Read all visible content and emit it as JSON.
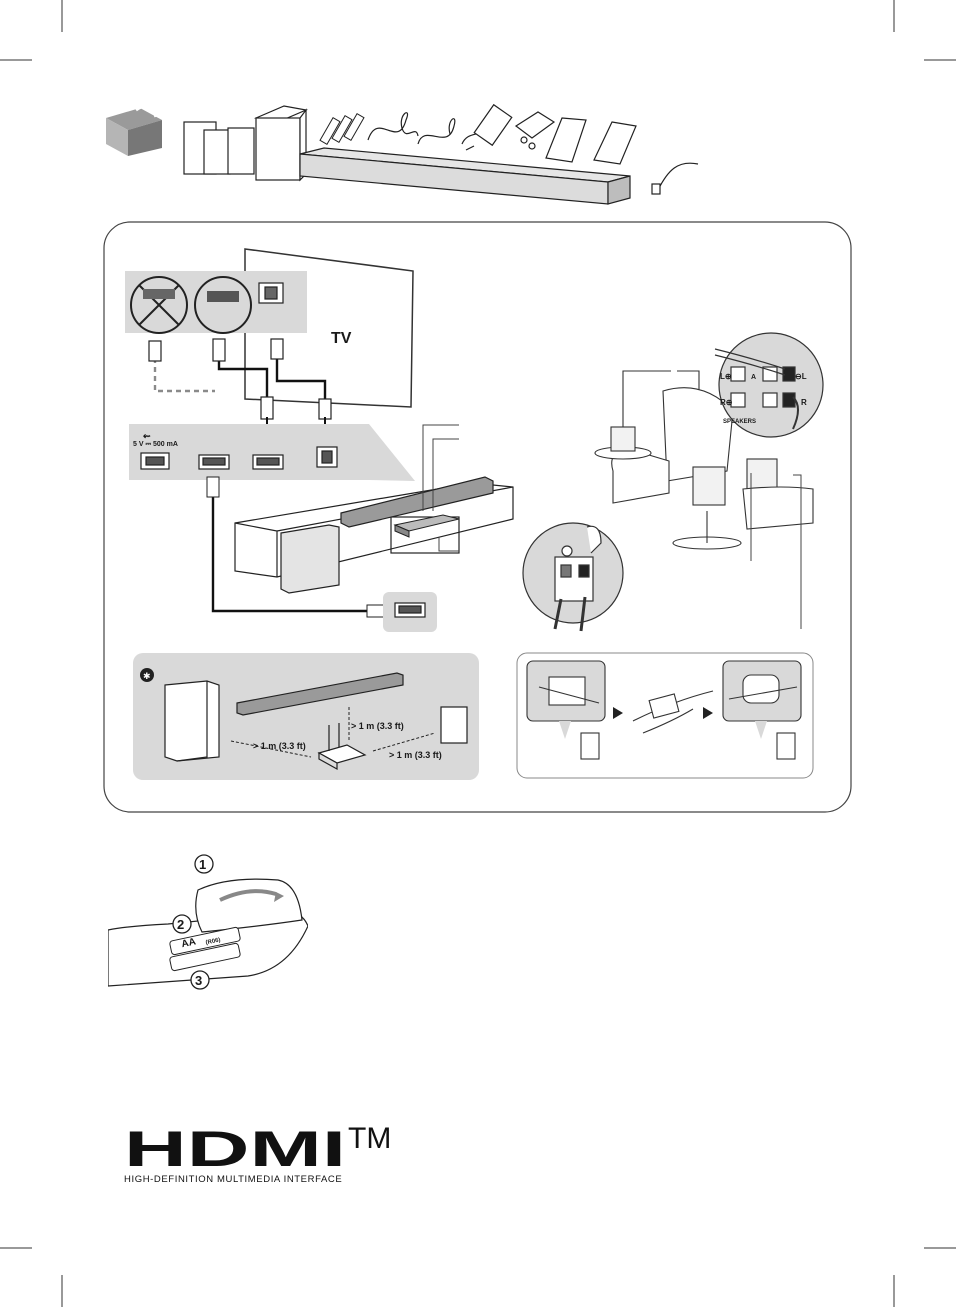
{
  "tv": {
    "label": "TV"
  },
  "soundbar_ports": {
    "usb_rating": "5 V ⎓ 500 mA"
  },
  "speaker_terminals": {
    "left": "L",
    "right": "R",
    "plus_left": "L⊕",
    "plus_right": "R⊕",
    "minus_left": "⊖L",
    "panel_label": "SPEAKERS",
    "channel_a": "A"
  },
  "placement": {
    "dist_1": "> 1 m (3.3 ft)",
    "dist_2": "> 1 m (3.3 ft)",
    "dist_3": "> 1 m (3.3 ft)"
  },
  "remote": {
    "steps": [
      "1",
      "2",
      "3"
    ],
    "battery_text": "AA",
    "battery_code": "(R06)"
  },
  "hdmi_logo": {
    "wordmark": "HDMI",
    "trademark": "TM",
    "tagline": "HIGH-DEFINITION MULTIMEDIA INTERFACE"
  }
}
